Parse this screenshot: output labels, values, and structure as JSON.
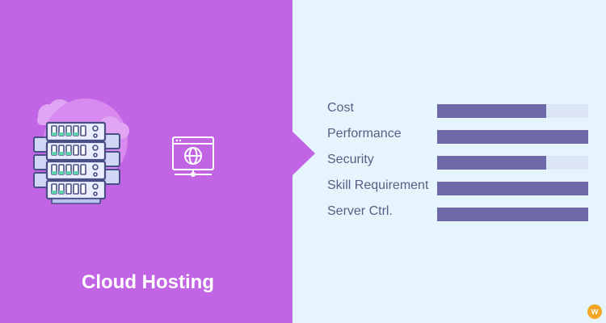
{
  "title": "Cloud Hosting",
  "colors": {
    "left_panel": "#c265e4",
    "right_panel": "#e6f4fd",
    "bar_fill": "#6e6aa9",
    "bar_track": "#dbe5f5",
    "label_text": "#5b5c84",
    "title_text": "#ffffff"
  },
  "icons": {
    "server": "server-rack-icon",
    "web": "web-globe-icon",
    "brand": "brand-logo-icon"
  },
  "brand_badge": "w",
  "metrics": [
    {
      "label": "Cost",
      "value": 0.72
    },
    {
      "label": "Performance",
      "value": 1.0
    },
    {
      "label": "Security",
      "value": 0.72
    },
    {
      "label": "Skill Requirement",
      "value": 1.0
    },
    {
      "label": "Server Ctrl.",
      "value": 1.0
    }
  ]
}
